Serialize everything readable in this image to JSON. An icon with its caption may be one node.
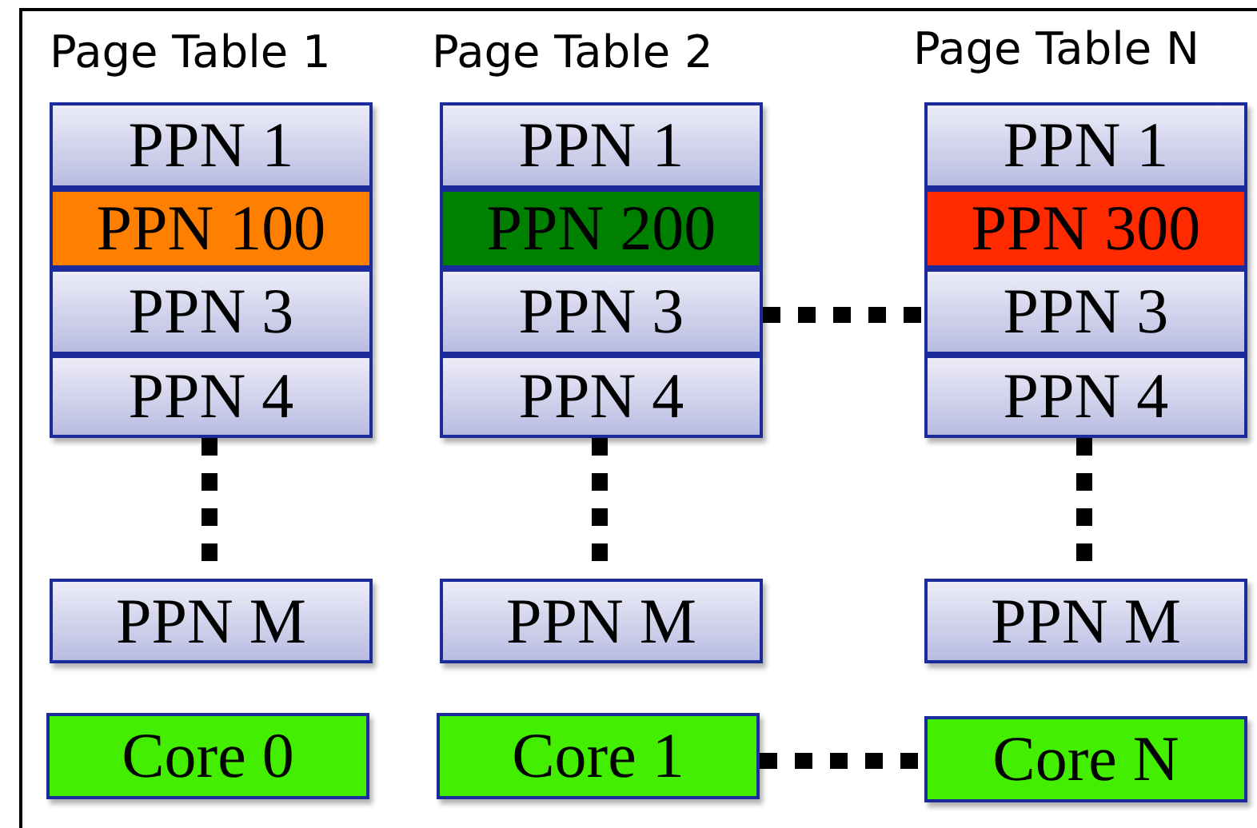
{
  "diagram": {
    "nodes": [
      {
        "text": [
          "PPN 1"
        ]
      },
      {
        "text": [
          "PPN 100"
        ]
      },
      {
        "text": [
          "PPN 3"
        ]
      },
      {
        "text": [
          "PPN 4"
        ]
      },
      {
        "text": [
          "PPN M"
        ]
      },
      {
        "text": [
          "PPN 1"
        ]
      },
      {
        "text": [
          "PPN 200"
        ]
      },
      {
        "text": [
          "PPN 3"
        ]
      },
      {
        "text": [
          "PPN 4"
        ]
      },
      {
        "text": [
          "PPN M"
        ]
      },
      {
        "text": [
          "PPN 1"
        ]
      },
      {
        "text": [
          "PPN 300"
        ]
      },
      {
        "text": [
          "PPN 3"
        ]
      },
      {
        "text": [
          "PPN 4"
        ]
      },
      {
        "text": [
          "PPN M"
        ]
      },
      {
        "text": [
          "Core 0"
        ]
      },
      {
        "text": [
          "Core 1"
        ]
      },
      {
        "text": [
          "Core N"
        ]
      }
    ],
    "edges": [
      {
        "from": 3,
        "to": 4,
        "arrow": "none",
        "style": "dashed"
      },
      {
        "from": 8,
        "to": 9,
        "arrow": "none",
        "style": "dashed"
      },
      {
        "from": 13,
        "to": 14,
        "arrow": "none",
        "style": "dashed"
      },
      {
        "from": 7,
        "to": 12,
        "arrow": "none",
        "style": "dashed"
      },
      {
        "from": 16,
        "to": 17,
        "arrow": "none",
        "style": "dashed"
      }
    ],
    "labels": [
      "Page Table 1",
      "Page Table 2",
      "Page Table N"
    ]
  }
}
